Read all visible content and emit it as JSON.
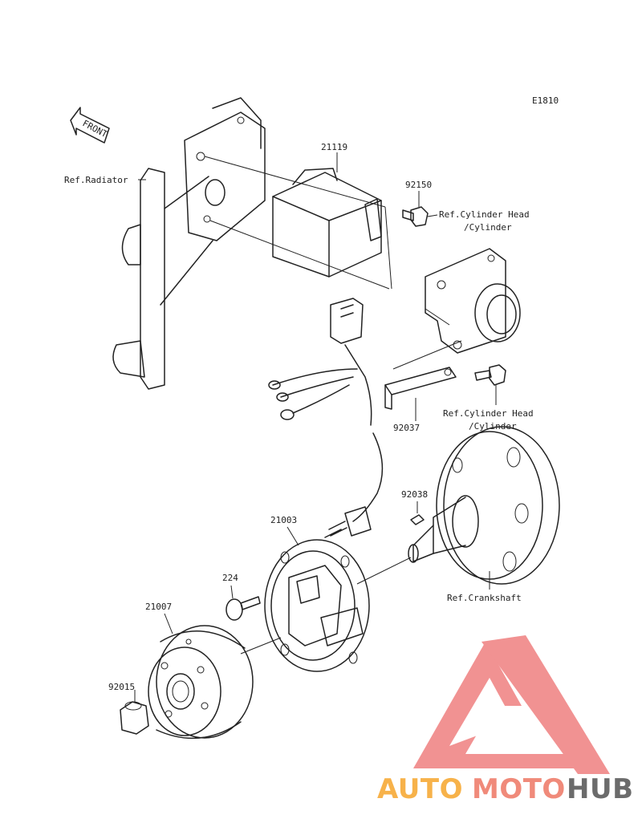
{
  "diagram_code": "E1810",
  "front_arrow_text": "FRONT",
  "labels": {
    "p21119": "21119",
    "p92150": "92150",
    "ref_radiator": "Ref.Radiator",
    "ref_cyl_head_1a": "Ref.Cylinder Head",
    "ref_cyl_head_1b": "/Cylinder",
    "ref_cyl_head_2a": "Ref.Cylinder Head",
    "ref_cyl_head_2b": "/Cylinder",
    "p92037": "92037",
    "p92038": "92038",
    "p21003": "21003",
    "p224": "224",
    "p21007": "21007",
    "p92015": "92015",
    "ref_crankshaft": "Ref.Crankshaft"
  },
  "watermark": {
    "part1": "AUTO",
    "part2": "MOTO",
    "part3": "HUB",
    "color1": "#f7b24a",
    "color2": "#f08a7a",
    "color3": "#6b6b6b",
    "logo_color": "#ef7f7f"
  }
}
